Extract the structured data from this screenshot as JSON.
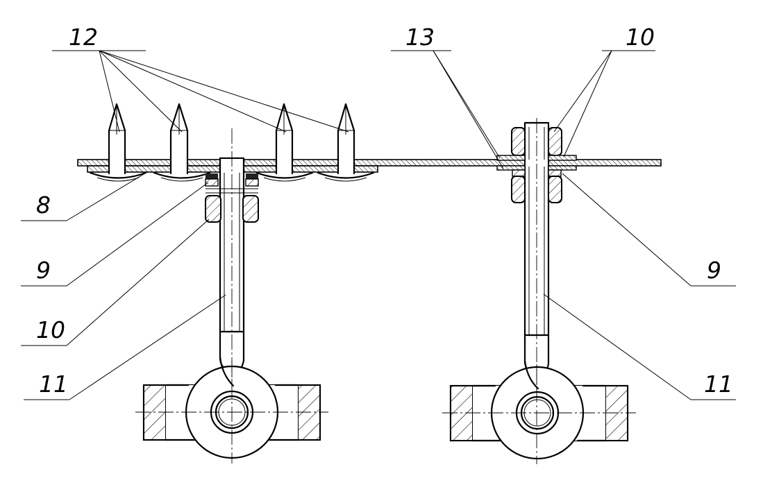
{
  "labels": {
    "pos8": "8",
    "pos9_left": "9",
    "pos9_right": "9",
    "pos10_left": "10",
    "pos10_right": "10",
    "pos11_left": "11",
    "pos11_right": "11",
    "pos12": "12",
    "pos13": "13"
  }
}
